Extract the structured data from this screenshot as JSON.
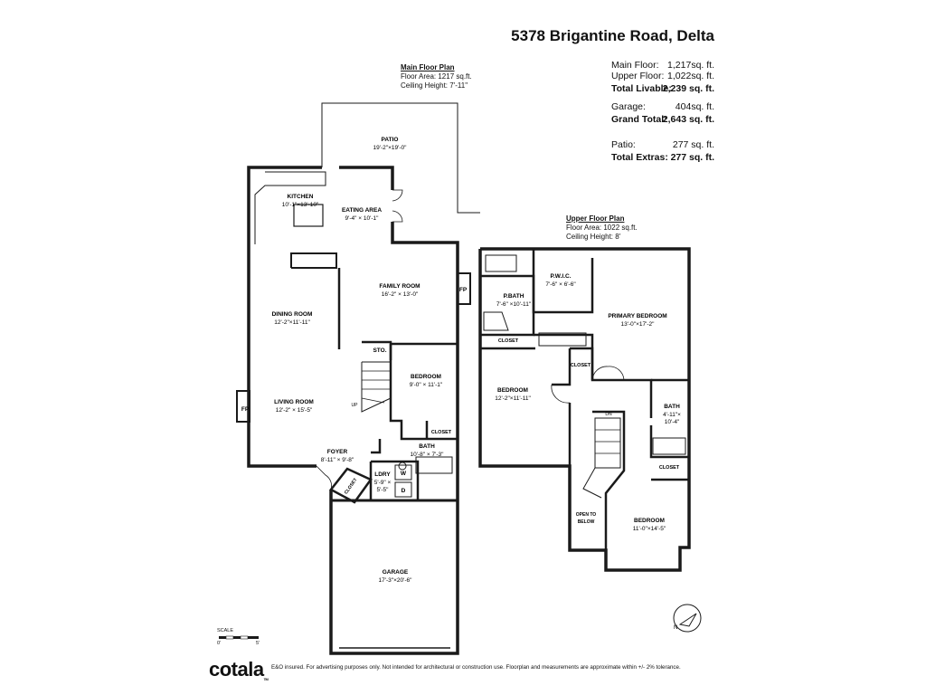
{
  "address": "5378 Brigantine Road, Delta",
  "summary": {
    "main_floor_label": "Main Floor:",
    "main_floor_value": "1,217sq. ft.",
    "upper_floor_label": "Upper Floor:",
    "upper_floor_value": "1,022sq. ft.",
    "total_livable_label": "Total Livable:",
    "total_livable_value": "2,239 sq. ft.",
    "garage_label": "Garage:",
    "garage_value": "404sq. ft.",
    "grand_total_label": "Grand Total:",
    "grand_total_value": "2,643 sq. ft.",
    "patio_label": "Patio:",
    "patio_value": "277 sq. ft.",
    "total_extras_label": "Total Extras:",
    "total_extras_value": "277 sq. ft."
  },
  "main_plan": {
    "heading": "Main Floor Plan",
    "area": "Floor Area: 1217 sq.ft.",
    "ceiling": "Ceiling Height: 7'-11\""
  },
  "upper_plan": {
    "heading": "Upper Floor Plan",
    "area": "Floor Area: 1022 sq.ft.",
    "ceiling": "Ceiling Height: 8'"
  },
  "rooms": {
    "patio": {
      "name": "PATIO",
      "dim": "19'-2\"×19'-0\""
    },
    "kitchen": {
      "name": "KITCHEN",
      "dim": "10'-1\"×13'-10\""
    },
    "eating": {
      "name": "EATING AREA",
      "dim": "9'-4\" × 10'-1\""
    },
    "family": {
      "name": "FAMILY ROOM",
      "dim": "16'-2\" × 13'-0\""
    },
    "dining": {
      "name": "DINING ROOM",
      "dim": "12'-2\"×11'-11\""
    },
    "living": {
      "name": "LIVING ROOM",
      "dim": "12'-2\" × 15'-5\""
    },
    "bedroom_main": {
      "name": "BEDROOM",
      "dim": "9'-0\" × 11'-1\""
    },
    "bath_main": {
      "name": "BATH",
      "dim": "10'-8\" × 7'-3\""
    },
    "foyer": {
      "name": "FOYER",
      "dim": "8'-11\" × 9'-8\""
    },
    "laundry": {
      "name": "LDRY",
      "dim1": "5'-9\" ×",
      "dim2": "5'-5\""
    },
    "garage": {
      "name": "GARAGE",
      "dim": "17'-3\"×20'-6\""
    },
    "sto": {
      "name": "STO."
    },
    "closet_main": {
      "name": "CLOSET"
    },
    "closet_foyer": {
      "name": "CLOSET"
    },
    "pwic": {
      "name": "P.W.I.C.",
      "dim": "7'-6\" × 6'-6\""
    },
    "pbath": {
      "name": "P.BATH",
      "dim": "7'-6\" ×10'-11\""
    },
    "primary": {
      "name": "PRIMARY BEDROOM",
      "dim": "13'-0\"×17'-2\""
    },
    "bedroom_up1": {
      "name": "BEDROOM",
      "dim": "12'-2\"×11'-11\""
    },
    "bath_up": {
      "name": "BATH",
      "dim1": "4'-11\"×",
      "dim2": "10'-4\""
    },
    "bedroom_up2": {
      "name": "BEDROOM",
      "dim": "11'-0\"×14'-5\""
    },
    "closet_up1": {
      "name": "CLOSET"
    },
    "closet_up2": {
      "name": "CLOSET"
    },
    "closet_up3": {
      "name": "CLOSET"
    },
    "open_below": {
      "line1": "OPEN TO",
      "line2": "BELOW"
    }
  },
  "labels": {
    "fp1": "FP",
    "fp2": "FP",
    "up": "UP",
    "dn": "DN",
    "washer": "W",
    "dryer": "D",
    "north": "N"
  },
  "scale": {
    "label": "SCALE",
    "start": "0'",
    "end": "5'"
  },
  "footer": {
    "logo": "cotala",
    "logo_sub": "TM",
    "disclaimer": "E&O insured. For advertising purposes only. Not intended for architectural or construction use. Floorplan and measurements are approximate within +/- 2% tolerance."
  },
  "colors": {
    "wall": "#1a1a1a",
    "text": "#111111",
    "background": "#ffffff"
  }
}
